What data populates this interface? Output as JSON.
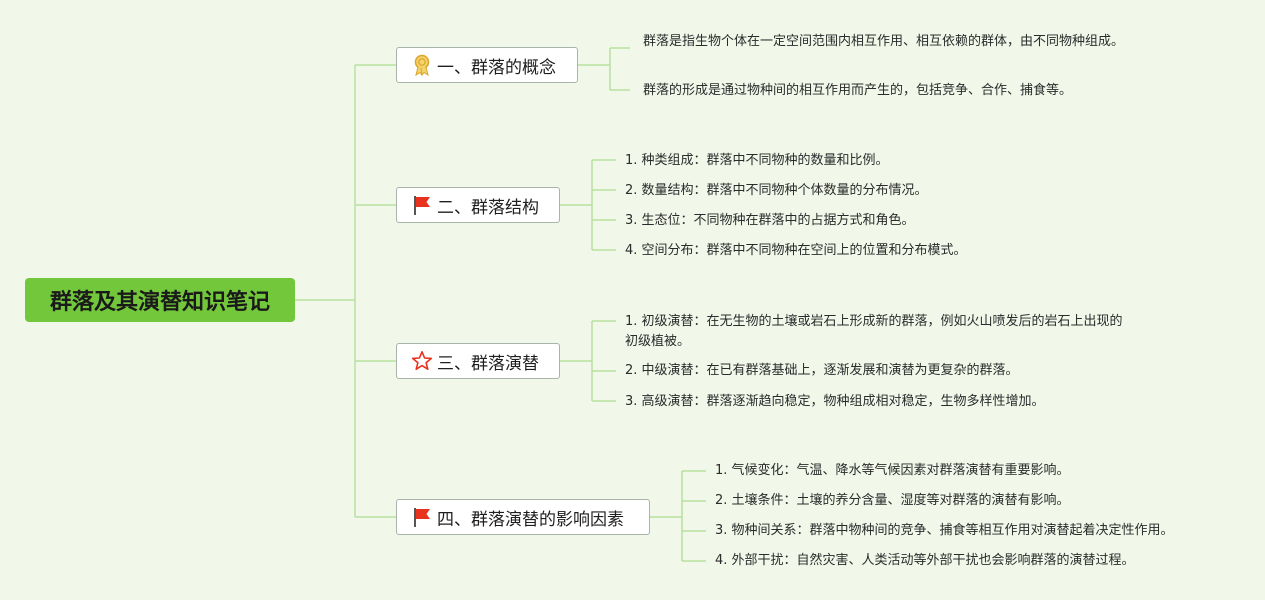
{
  "root": {
    "title": "群落及其演替知识笔记"
  },
  "branches": [
    {
      "label": "一、群落的概念",
      "icon": "award-ribbon-icon",
      "items": [
        "群落是指生物个体在一定空间范围内相互作用、相互依赖的群体，由不同物种组成。",
        "群落的形成是通过物种间的相互作用而产生的，包括竞争、合作、捕食等。"
      ]
    },
    {
      "label": "二、群落结构",
      "icon": "flag-icon",
      "items": [
        "1. 种类组成：群落中不同物种的数量和比例。",
        "2. 数量结构：群落中不同物种个体数量的分布情况。",
        "3. 生态位：不同物种在群落中的占据方式和角色。",
        "4. 空间分布：群落中不同物种在空间上的位置和分布模式。"
      ]
    },
    {
      "label": "三、群落演替",
      "icon": "star-icon",
      "items": [
        "1. 初级演替：在无生物的土壤或岩石上形成新的群落，例如火山喷发后的岩石上出现的初级植被。",
        "2. 中级演替：在已有群落基础上，逐渐发展和演替为更复杂的群落。",
        "3. 高级演替：群落逐渐趋向稳定，物种组成相对稳定，生物多样性增加。"
      ]
    },
    {
      "label": "四、群落演替的影响因素",
      "icon": "flag-icon",
      "items": [
        "1. 气候变化：气温、降水等气候因素对群落演替有重要影响。",
        "2. 土壤条件：土壤的养分含量、湿度等对群落的演替有影响。",
        "3. 物种间关系：群落中物种间的竞争、捕食等相互作用对演替起着决定性作用。",
        "4. 外部干扰：自然灾害、人类活动等外部干扰也会影响群落的演替过程。"
      ]
    }
  ],
  "colors": {
    "background": "#f1f8ea",
    "root": "#72c83a",
    "connector": "#b7dfa0",
    "flag": "#e8321e",
    "star": "#e8321e",
    "award": "#e0b43a"
  }
}
